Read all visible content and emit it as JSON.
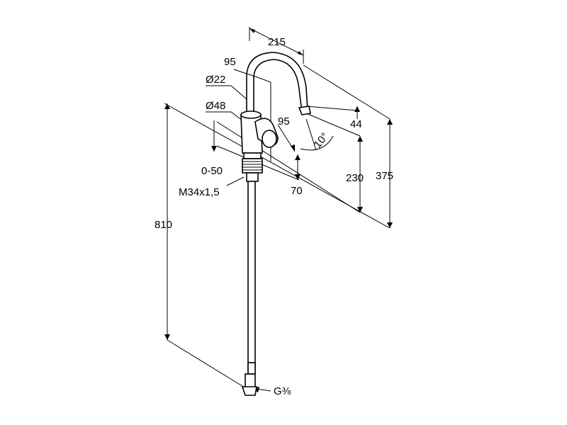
{
  "dimensions": {
    "spout_reach": "215",
    "spout_height_offset": "95",
    "spout_diameter": "Ø22",
    "body_diameter": "Ø48",
    "lever_offset": "95",
    "adjustment_range": "0-50",
    "body_depth": "70",
    "mount_thread": "M34x1,5",
    "outlet_height": "44",
    "swivel_angle": "10°",
    "lever_height": "230",
    "total_height": "375",
    "hose_length": "810",
    "connection_thread": "G⅜"
  }
}
